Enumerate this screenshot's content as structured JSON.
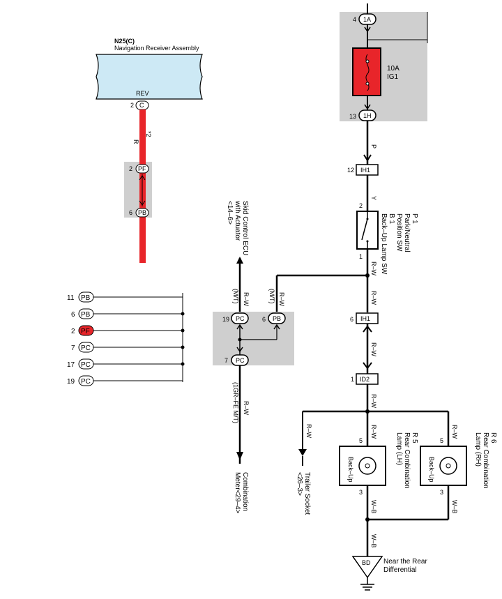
{
  "nav": {
    "code": "N25(C)",
    "name": "Navigation Receiver Assembly",
    "rev": "REV",
    "pin": "2",
    "conn": "C",
    "wire": "R",
    "note": "*2"
  },
  "left_junction": {
    "top_pin": "2",
    "top_conn": "PF",
    "bot_pin": "6",
    "bot_conn": "PB"
  },
  "left_list": [
    {
      "pin": "11",
      "conn": "PB"
    },
    {
      "pin": "6",
      "conn": "PB"
    },
    {
      "pin": "2",
      "conn": "PF"
    },
    {
      "pin": "7",
      "conn": "PC"
    },
    {
      "pin": "17",
      "conn": "PC"
    },
    {
      "pin": "19",
      "conn": "PC"
    }
  ],
  "fuse": {
    "top_pin": "4",
    "top_conn": "1A",
    "rating": "10A",
    "name": "IG1",
    "bot_pin": "13",
    "bot_conn": "1H"
  },
  "wires": {
    "p": "P",
    "y": "Y",
    "rw": "R–W",
    "wb": "W–B",
    "mt": "(M/T)",
    "gr": "(1GR–FE M/T)"
  },
  "ih1_top": {
    "pin": "12",
    "conn": "IH1"
  },
  "switch": {
    "pin_top": "2",
    "pin_bot": "1",
    "code1": "P 1",
    "line1": "Park/Neutral",
    "line2": "Position SW",
    "code2": "B 1",
    "line3": "Back–Up Lamp SW"
  },
  "ih1_mid": {
    "pin": "6",
    "conn": "IH1"
  },
  "id2": {
    "pin": "1",
    "conn": "ID2"
  },
  "skid": {
    "line1": "Skid Control ECU",
    "line2": "with Actuator",
    "ref": "<14–6>"
  },
  "mid_junction": {
    "pc_pin": "19",
    "pc_conn": "PC",
    "pb_pin": "6",
    "pb_conn": "PB",
    "pc2_pin": "7",
    "pc2_conn": "PC"
  },
  "meter": {
    "line1": "Combination",
    "line2": "Meter<29–4>"
  },
  "trailer": {
    "line1": "Trailer Socket",
    "line2": "<26–3>"
  },
  "r5": {
    "code": "R 5",
    "line1": "Rear Combination",
    "line2": "Lamp (LH)",
    "inner": "Back–Up",
    "pin_top": "5",
    "pin_bot": "3"
  },
  "r6": {
    "code": "R 6",
    "line1": "Rear Combination",
    "line2": "Lamp (RH)",
    "inner": "Back–Up",
    "pin_top": "5",
    "pin_bot": "3"
  },
  "ground": {
    "code": "BD",
    "line1": "Near the Rear",
    "line2": "Differential"
  },
  "colors": {
    "wire_red": "#e8252a",
    "fuse_red": "#e8252a",
    "gray": "#cfcfcf",
    "light_blue": "#cde9f5"
  }
}
